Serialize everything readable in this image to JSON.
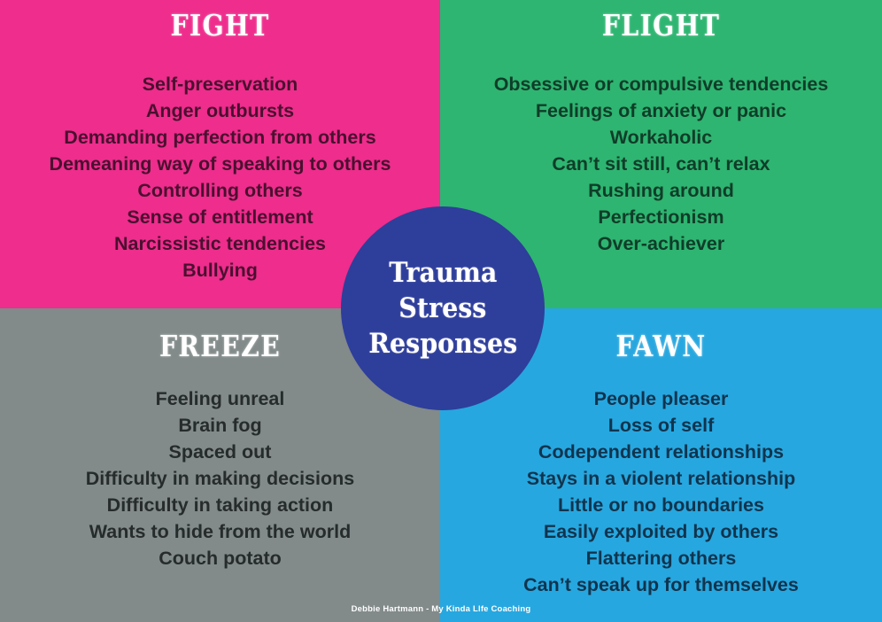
{
  "colors": {
    "fight_bg": "#ee2d8c",
    "flight_bg": "#2eb571",
    "freeze_bg": "#828a8a",
    "fawn_bg": "#27a7df",
    "center_bg": "#2e3e9b",
    "title_text": "#ffffff",
    "fight_text": "#4a1030",
    "flight_text": "#0f3d28",
    "freeze_text": "#262b2b",
    "fawn_text": "#10344e"
  },
  "center": {
    "line1": "Trauma",
    "line2": "Stress",
    "line3": "Responses"
  },
  "quadrants": {
    "fight": {
      "title": "FIGHT",
      "items": [
        "Self-preservation",
        "Anger outbursts",
        "Demanding perfection from others",
        "Demeaning way of speaking to others",
        "Controlling others",
        "Sense of entitlement",
        "Narcissistic tendencies",
        "Bullying"
      ]
    },
    "flight": {
      "title": "FLIGHT",
      "items": [
        "Obsessive or compulsive tendencies",
        "Feelings of anxiety or panic",
        "Workaholic",
        "Can’t sit still, can’t relax",
        "Rushing around",
        "Perfectionism",
        "Over-achiever"
      ]
    },
    "freeze": {
      "title": "FREEZE",
      "items": [
        "Feeling unreal",
        "Brain fog",
        "Spaced out",
        "Difficulty in making decisions",
        "Difficulty in taking action",
        "Wants to hide from the world",
        "Couch potato"
      ]
    },
    "fawn": {
      "title": "FAWN",
      "items": [
        "People pleaser",
        "Loss of self",
        "Codependent relationships",
        "Stays in a violent relationship",
        "Little or no boundaries",
        "Easily exploited by others",
        "Flattering others",
        "Can’t speak up for themselves"
      ]
    }
  },
  "credit": "Debbie Hartmann - My Kinda LIfe Coaching"
}
